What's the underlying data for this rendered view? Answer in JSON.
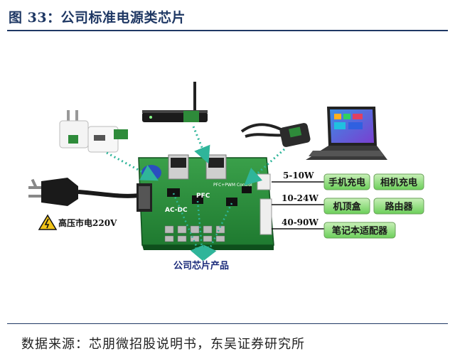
{
  "figure": {
    "title": "图 33：公司标准电源类芯片",
    "source": "数据来源：芯朋微招股说明书，东吴证券研究所"
  },
  "diagram": {
    "mains_label": "高压市电220V",
    "chip_products_label": "公司芯片产品",
    "board_labels": {
      "pfc": "PFC",
      "acdc": "AC-DC",
      "pwm": "PFC+PWM Control"
    },
    "power_rows": [
      {
        "power": "5-10W",
        "apps": [
          "手机充电",
          "相机充电"
        ]
      },
      {
        "power": "10-24W",
        "apps": [
          "机顶盒",
          "路由器"
        ]
      },
      {
        "power": "40-90W",
        "apps": [
          "笔记本适配器"
        ]
      }
    ]
  }
}
